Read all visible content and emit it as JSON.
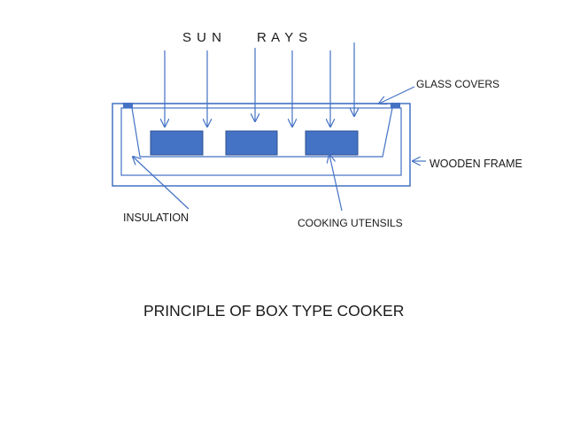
{
  "diagram": {
    "sun_label": "S U N",
    "rays_label": "R A Y S",
    "glass_covers_label": "GLASS COVERS",
    "wooden_frame_label": "WOODEN FRAME",
    "insulation_label": "INSULATION",
    "cooking_utensils_label": "COOKING UTENSILS",
    "caption": "PRINCIPLE OF BOX TYPE COOKER"
  },
  "colors": {
    "line": "#4472c4",
    "utensil_fill": "#4472c4",
    "utensil_stroke": "#2f528f",
    "text": "#1a1a1a"
  }
}
